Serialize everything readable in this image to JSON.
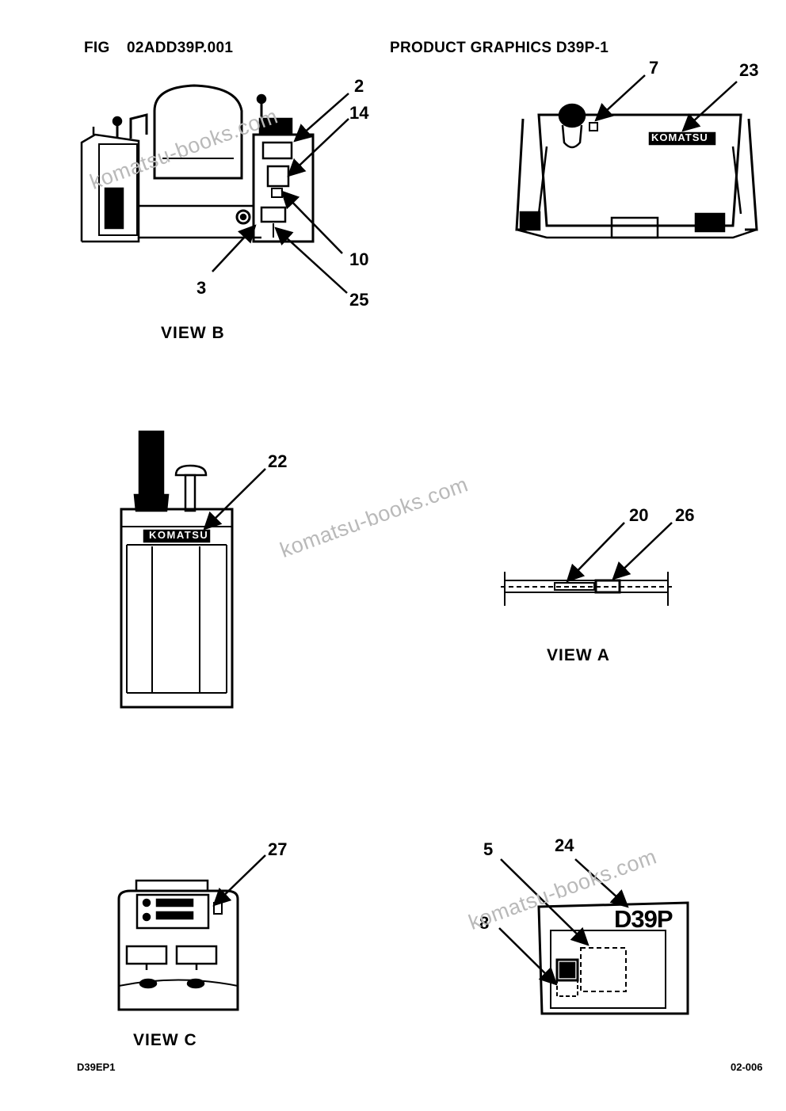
{
  "header": {
    "fig_label": "FIG",
    "fig_number": "02ADD39P.001",
    "title": "PRODUCT GRAPHICS D39P-1"
  },
  "views": {
    "view_b": "VIEW  B",
    "view_a": "VIEW  A",
    "view_c": "VIEW  C"
  },
  "callouts": {
    "c2": "2",
    "c14": "14",
    "c10": "10",
    "c3": "3",
    "c25": "25",
    "c7": "7",
    "c23": "23",
    "c22": "22",
    "c20": "20",
    "c26": "26",
    "c27": "27",
    "c5": "5",
    "c24": "24",
    "c8": "8"
  },
  "decals": {
    "brand_text": "KOMATSU",
    "model_text": "D39P"
  },
  "watermark": {
    "text": "komatsu-books.com"
  },
  "footer": {
    "left": "D39EP1",
    "right": "02-006"
  },
  "colors": {
    "ink": "#000000",
    "watermark": "#b9b9b9"
  }
}
